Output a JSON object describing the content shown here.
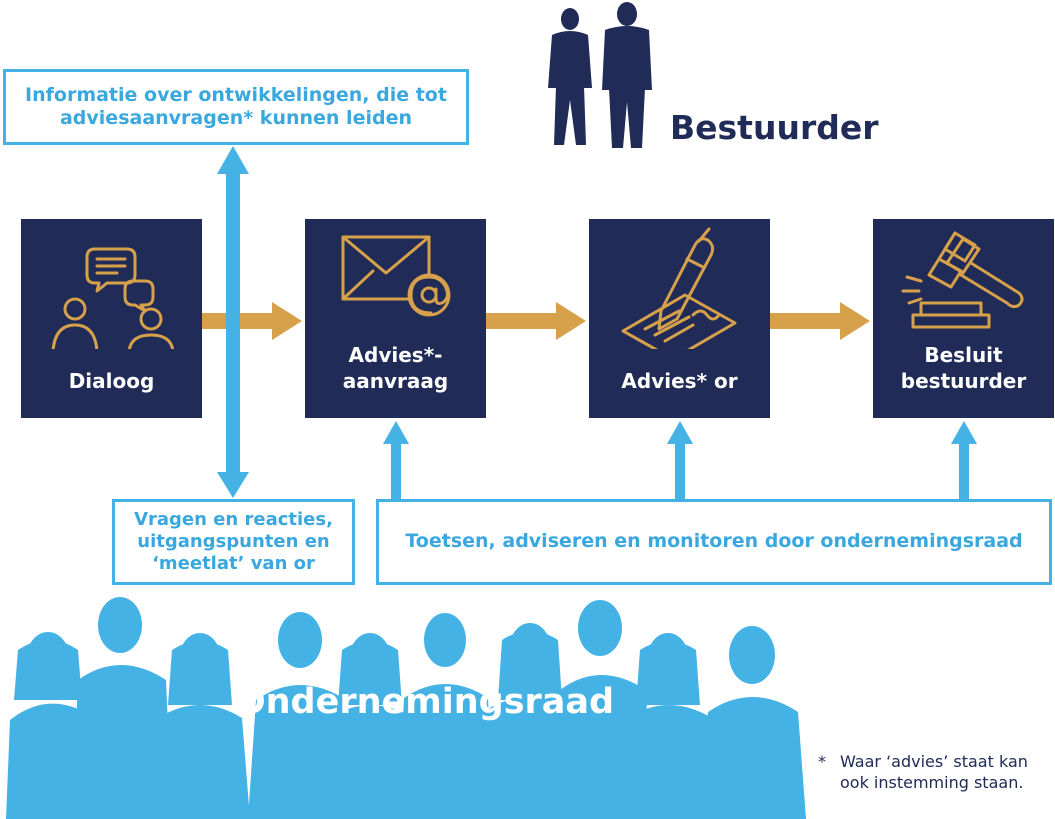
{
  "info_box": {
    "line1": "Informatie over ontwikkelingen, die tot",
    "line2": "adviesaanvragen* kunnen leiden"
  },
  "actor_top": {
    "label": "Bestuurder"
  },
  "steps": [
    {
      "label_lines": [
        "Dialoog"
      ],
      "icon": "dialogue-icon"
    },
    {
      "label_lines": [
        "Advies*-",
        "aanvraag"
      ],
      "icon": "email-icon"
    },
    {
      "label_lines": [
        "Advies* or"
      ],
      "icon": "signing-icon"
    },
    {
      "label_lines": [
        "Besluit",
        "bestuurder"
      ],
      "icon": "gavel-icon"
    }
  ],
  "questions_box": {
    "line1": "Vragen en reacties,",
    "line2": "uitgangspunten en",
    "line3": "‘meetlat’ van or"
  },
  "test_box": {
    "text": "Toetsen, adviseren en monitoren door ondernemingsraad"
  },
  "actor_bottom": {
    "label": "Ondernemingsraad"
  },
  "footnote": {
    "star": "*",
    "line1": "Waar ‘advies’ staat kan",
    "line2": "ook instemming staan."
  },
  "colors": {
    "navy": "#202b57",
    "light_blue": "#45b2e6",
    "gold": "#d6a14a",
    "white": "#ffffff"
  }
}
